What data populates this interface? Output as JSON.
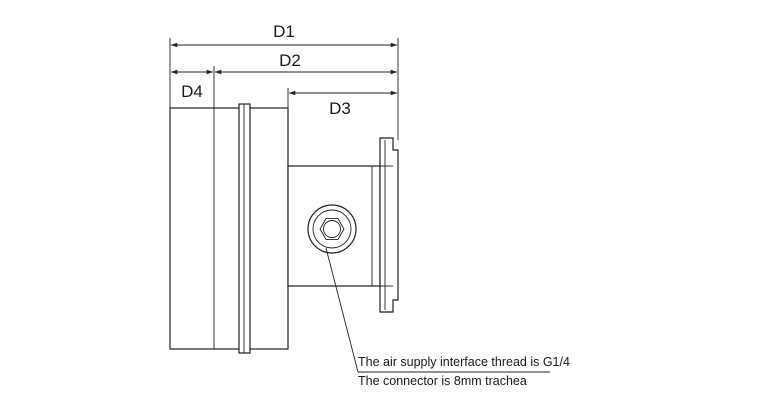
{
  "dimensions": {
    "d1": "D1",
    "d2": "D2",
    "d3": "D3",
    "d4": "D4"
  },
  "notes": {
    "line1": "The air supply interface thread is G1/4",
    "line2": "The connector is 8mm trachea"
  },
  "colors": {
    "line": "#222222",
    "background": "#ffffff"
  }
}
